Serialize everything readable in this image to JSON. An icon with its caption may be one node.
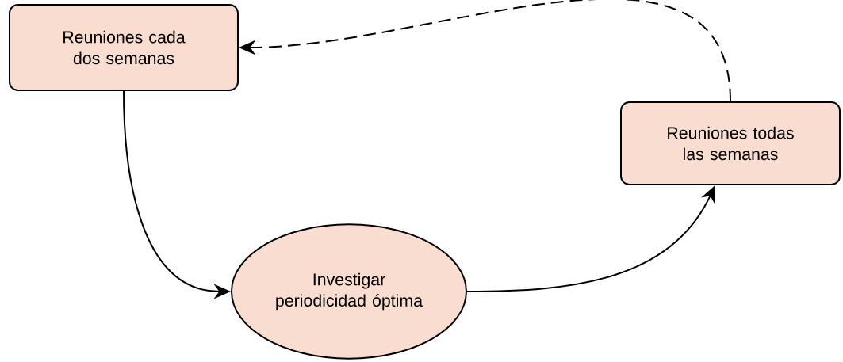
{
  "diagram": {
    "nodes": [
      {
        "text": [
          "Reuniones cada dos semanas"
        ]
      },
      {
        "text": [
          "Reuniones todas las semanas"
        ]
      },
      {
        "text": [
          "Investigar periodicidad óptima"
        ]
      }
    ],
    "edges": [
      {
        "from": 0,
        "to": 2,
        "arrow": "to"
      },
      {
        "from": 2,
        "to": 1,
        "arrow": "to"
      },
      {
        "from": 1,
        "to": 0,
        "arrow": "to",
        "style": "dashed"
      }
    ]
  }
}
